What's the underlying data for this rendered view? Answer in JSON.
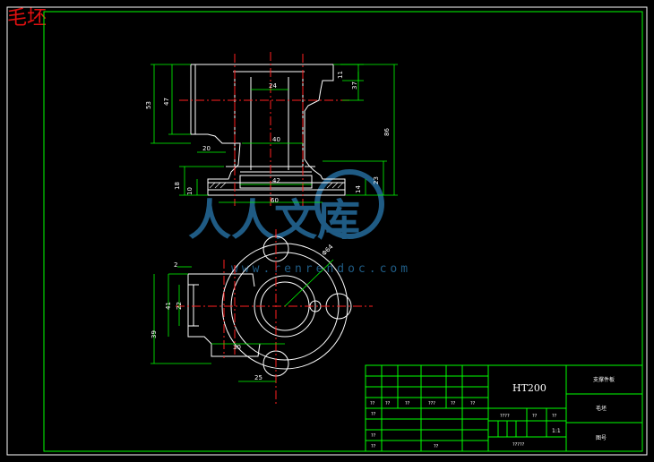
{
  "page_title": "毛坯",
  "colors": {
    "frame": "#00ff00",
    "geometry": "#ffffff",
    "centerline": "#ff2020",
    "dimension": "#00ff00",
    "text": "#ffffff",
    "watermark": "#2a7ab0"
  },
  "dimensions": {
    "d53": "53",
    "d47": "47",
    "d24": "24",
    "d11": "11",
    "d37": "37",
    "d86": "86",
    "d40": "40",
    "d20": "20",
    "d18": "18",
    "d10": "10",
    "d42": "42",
    "d14": "14",
    "d23": "23",
    "d60": "60",
    "dR": "Φ64",
    "d2": "2",
    "d41": "41",
    "d22": "22",
    "d39": "39",
    "d30": "30",
    "d25": "25"
  },
  "title_block": {
    "material": "HT200",
    "name": "支撑件板",
    "type": "毛坯",
    "drawing_no": "图号",
    "scale": "1:1",
    "cells": [
      "??",
      "??",
      "??",
      "???",
      "??",
      "??",
      "??",
      "??",
      "??",
      "????",
      "??",
      "??",
      "??",
      "?????"
    ]
  },
  "watermark": {
    "main": "人人文库",
    "url": "www.renrendoc.com"
  }
}
